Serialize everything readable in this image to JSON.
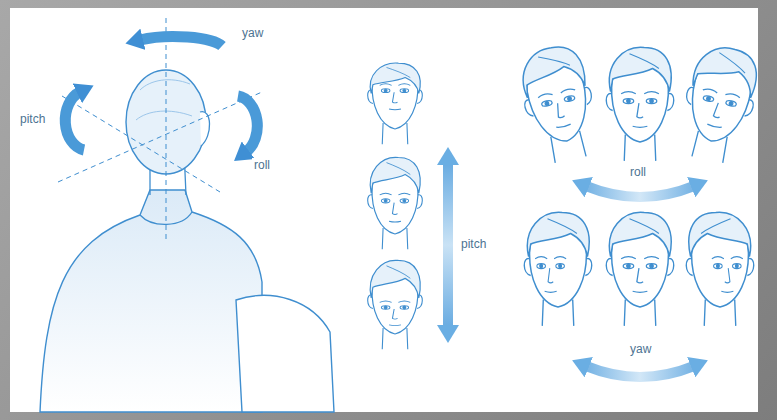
{
  "diagram": {
    "labels": [
      "yaw",
      "pitch",
      "roll",
      "pitch",
      "roll",
      "yaw"
    ]
  }
}
